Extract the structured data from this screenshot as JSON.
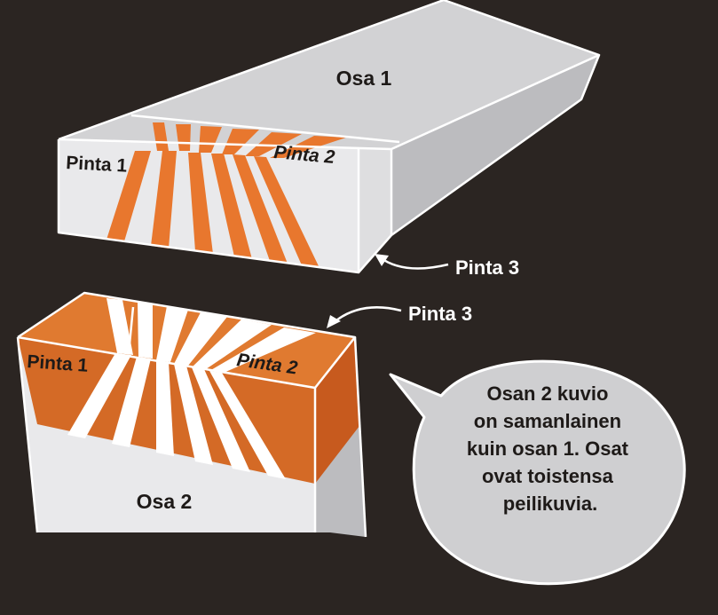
{
  "colors": {
    "background": "#2b2522",
    "block_top": "#d2d2d4",
    "block_front": "#e9e9eb",
    "block_side": "#bcbcbf",
    "stripe_orange": "#e8772e",
    "orange_top": "#e07a30",
    "orange_front": "#d46a26",
    "orange_side": "#c75a1e",
    "bubble_fill": "#cfcfd1",
    "text_dark": "#1e1a18",
    "text_light": "#ffffff"
  },
  "block1": {
    "label": "Osa 1",
    "surface1_label": "Pinta 1",
    "surface2_label": "Pinta 2"
  },
  "block2": {
    "label": "Osa 2",
    "surface1_label": "Pinta 1",
    "surface2_label": "Pinta 2"
  },
  "callouts": {
    "pinta3_upper": "Pinta 3",
    "pinta3_lower": "Pinta 3"
  },
  "bubble": {
    "lines": [
      "Osan 2 kuvio",
      "on samanlainen",
      "kuin osan 1. Osat",
      "ovat toistensa",
      "peilikuvia."
    ]
  }
}
